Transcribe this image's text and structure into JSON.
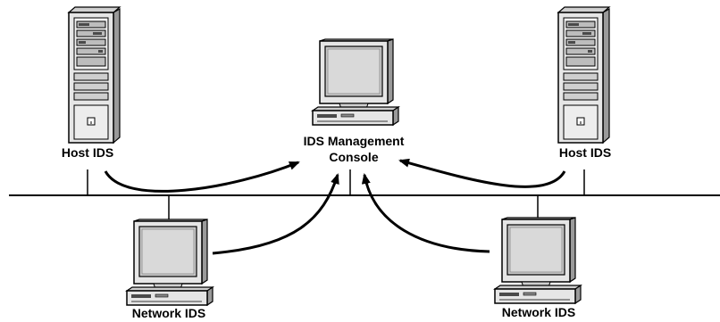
{
  "nodes": {
    "host_left": {
      "label": "Host IDS",
      "icon": "server-tower-icon"
    },
    "host_right": {
      "label": "Host IDS",
      "icon": "server-tower-icon"
    },
    "console": {
      "label_line1": "IDS Management",
      "label_line2": "Console",
      "icon": "workstation-icon"
    },
    "network_left": {
      "label": "Network IDS",
      "icon": "workstation-icon"
    },
    "network_right": {
      "label": "Network IDS",
      "icon": "workstation-icon"
    }
  },
  "colors": {
    "stroke": "#000000",
    "body_fill": "#e6e6e6",
    "screen_fill": "#c8c8c8",
    "dark_slot": "#4a4a4a"
  }
}
